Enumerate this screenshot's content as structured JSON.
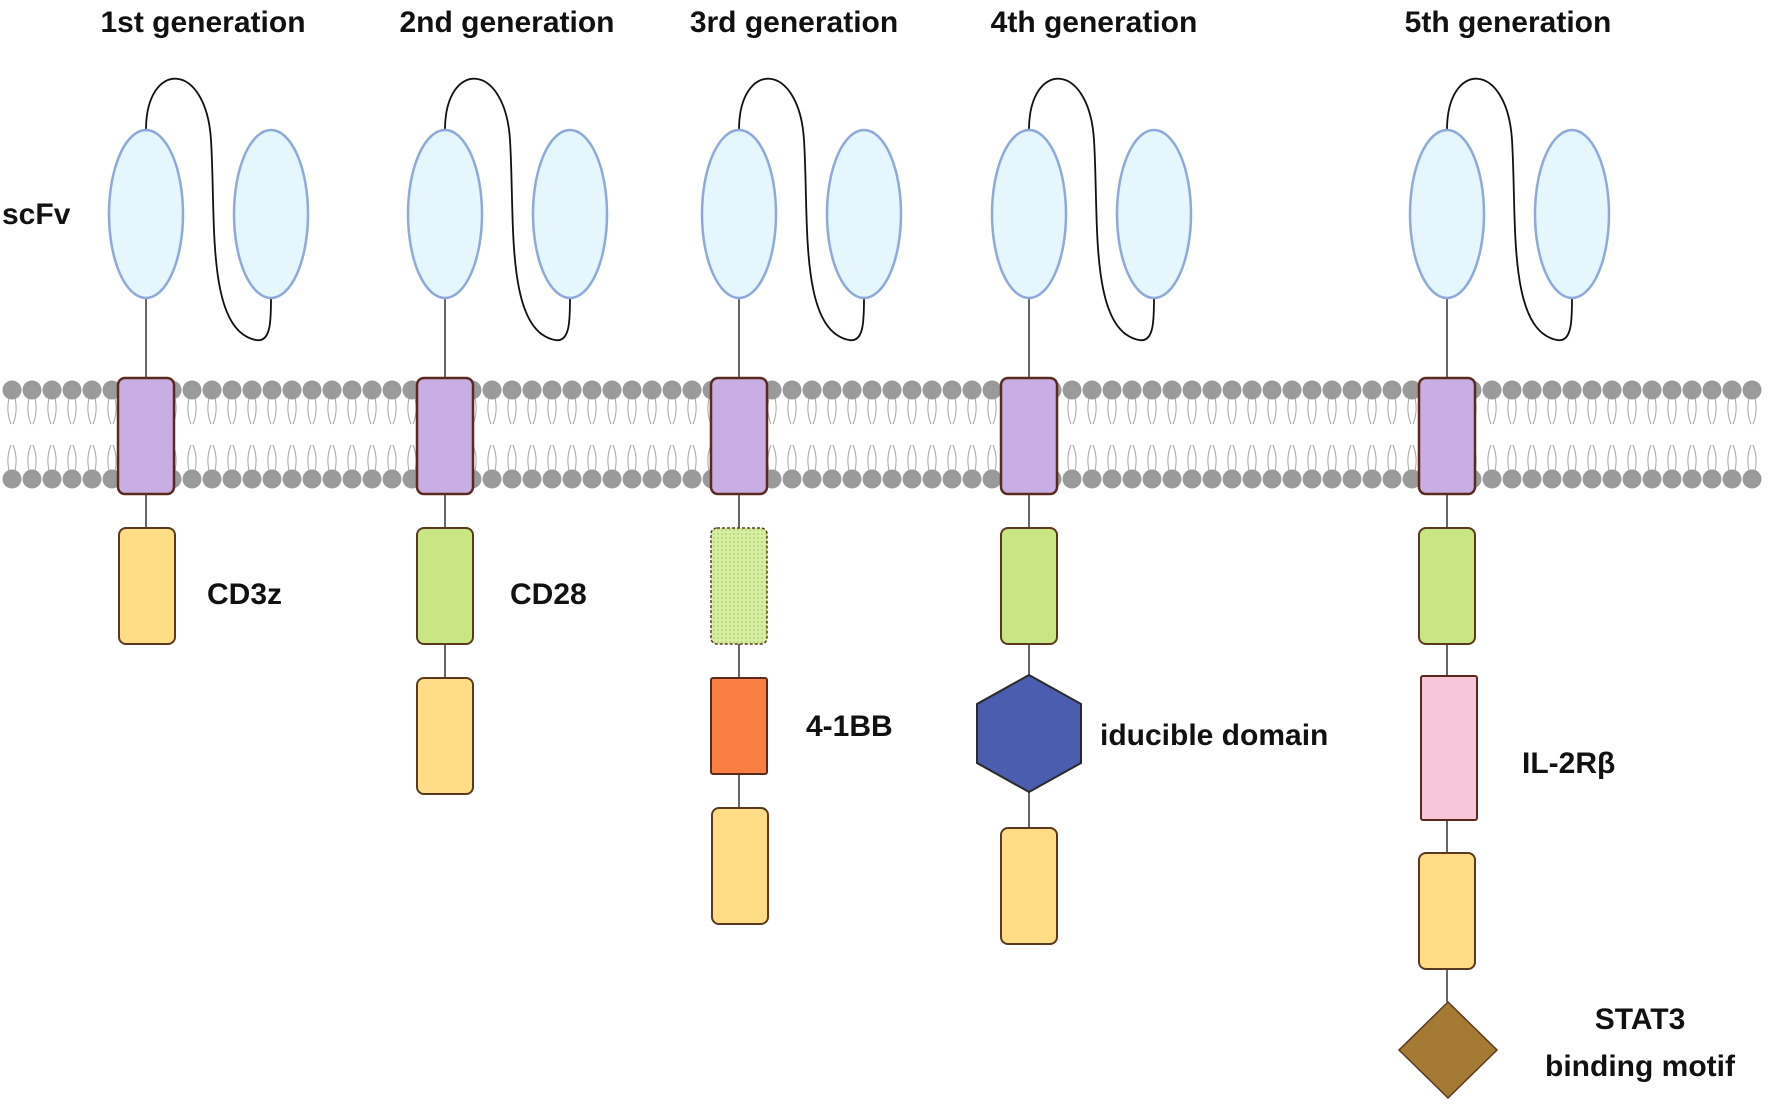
{
  "diagram": {
    "titles": [
      "1st generation",
      "2nd generation",
      "3rd generation",
      "4th generation",
      "5th generation"
    ],
    "scfv_label": "scFv",
    "domains": {
      "cd3z": "CD3z",
      "cd28": "CD28",
      "four_1bb": "4-1BB",
      "inducible": "iducible domain",
      "il2rb": "IL-2Rβ",
      "stat3_line1": "STAT3",
      "stat3_line2": "binding motif"
    },
    "colors": {
      "scfv_fill": "#E6F6FE",
      "scfv_stroke": "#8EA9DB",
      "transmembrane": "#C9AEE4",
      "cd3z": "#FFDC85",
      "cd28": "#C9E584",
      "four_1bb": "#F97F42",
      "inducible": "#4A5DAE",
      "il2rb": "#F7C7D9",
      "stat3": "#A57A35",
      "lipid_head": "#9A9A9A"
    }
  }
}
